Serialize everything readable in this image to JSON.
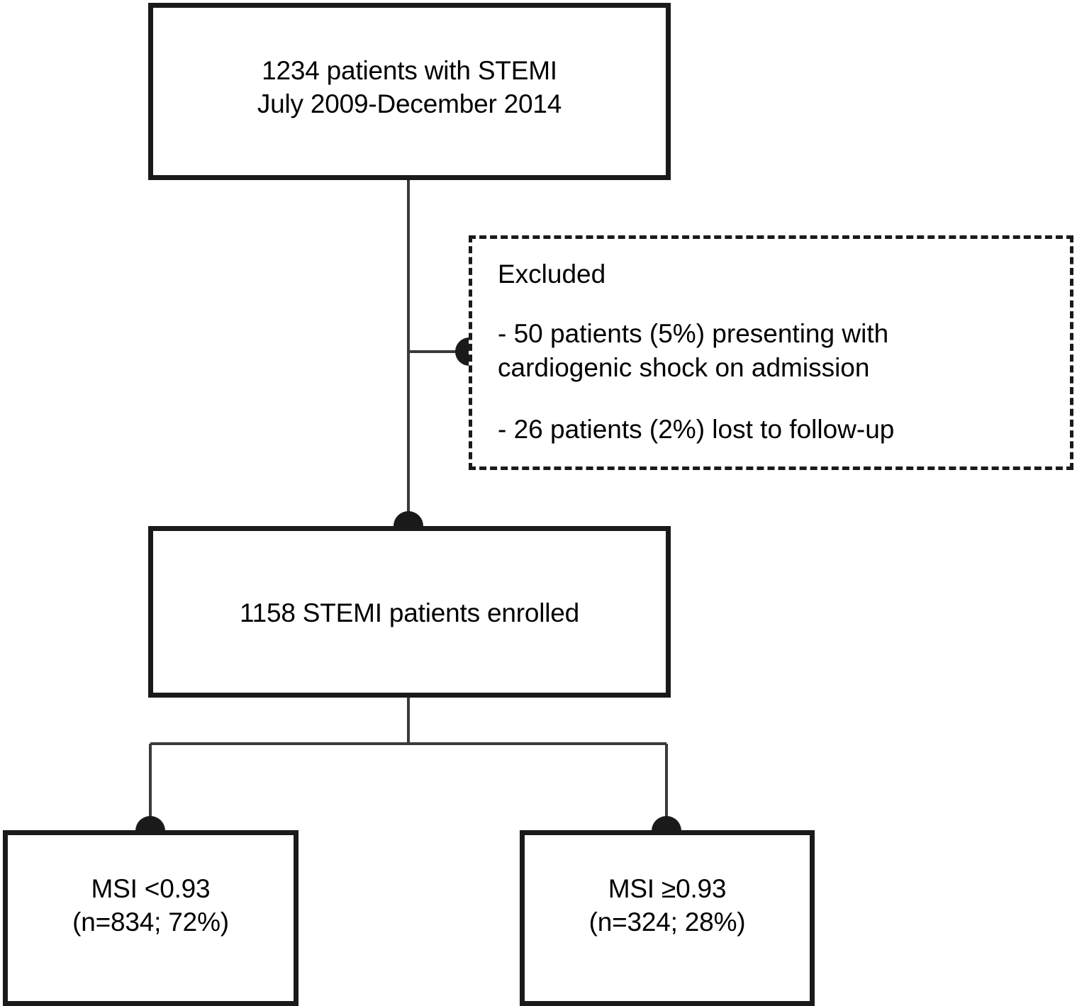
{
  "figure": {
    "type": "patient-flow-diagram",
    "colors": {
      "stroke": "#1a1a1a",
      "background": "#ffffff",
      "text": "#000000",
      "connector_line": "#3a3a3a"
    }
  },
  "nodes": {
    "top": {
      "label": "1234 patients with STEMI\nJuly 2009-December 2014",
      "count": 1234,
      "period_start": "July 2009",
      "period_end": "December 2014",
      "style": "solid"
    },
    "excluded": {
      "title": "Excluded",
      "style": "dashed",
      "items": [
        "- 50 patients (5%) presenting with\ncardiogenic shock on admission",
        "- 26 patients (2%) lost to follow-up"
      ]
    },
    "enrolled": {
      "label": "1158 STEMI patients enrolled",
      "count": 1158,
      "style": "solid"
    },
    "msi_low": {
      "label": "MSI <0.93\n(n=834; 72%)",
      "criterion": "MSI <0.93",
      "n": 834,
      "percent": "72%",
      "style": "solid"
    },
    "msi_high": {
      "label": "MSI ≥0.93\n(n=324; 28%)",
      "criterion": "MSI ≥0.93",
      "n": 324,
      "percent": "28%",
      "style": "solid"
    }
  }
}
